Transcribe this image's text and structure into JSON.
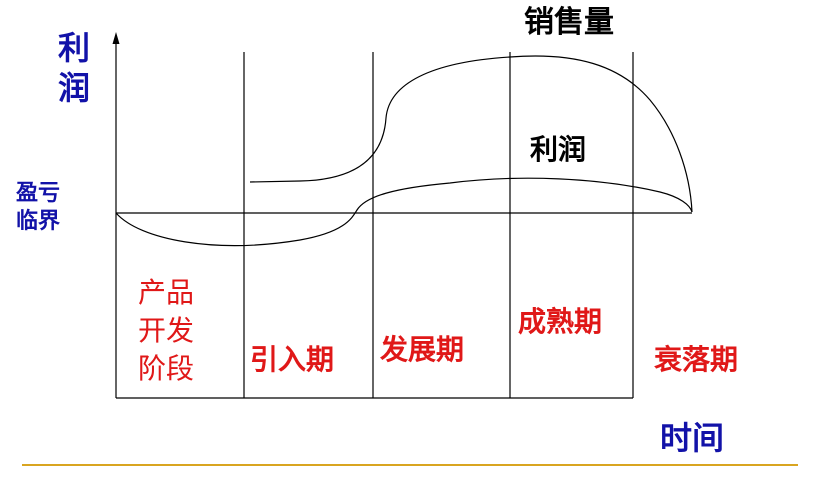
{
  "axes": {
    "y_label": [
      "利",
      "润"
    ],
    "x_label": "时间",
    "breakeven_label": [
      "盈亏",
      "临界"
    ]
  },
  "curves": {
    "sales_label": "销售量",
    "profit_label": "利润"
  },
  "stages": [
    {
      "lines": [
        "产品",
        "开发",
        "阶段"
      ]
    },
    {
      "lines": [
        "引入期"
      ]
    },
    {
      "lines": [
        "发展期"
      ]
    },
    {
      "lines": [
        "成熟期"
      ]
    },
    {
      "lines": [
        "衰落期"
      ]
    }
  ],
  "colors": {
    "axis_label": "#1212a8",
    "stage_label": "#e01818",
    "curve_label": "#000000",
    "footer_rule": "#d9a520"
  }
}
